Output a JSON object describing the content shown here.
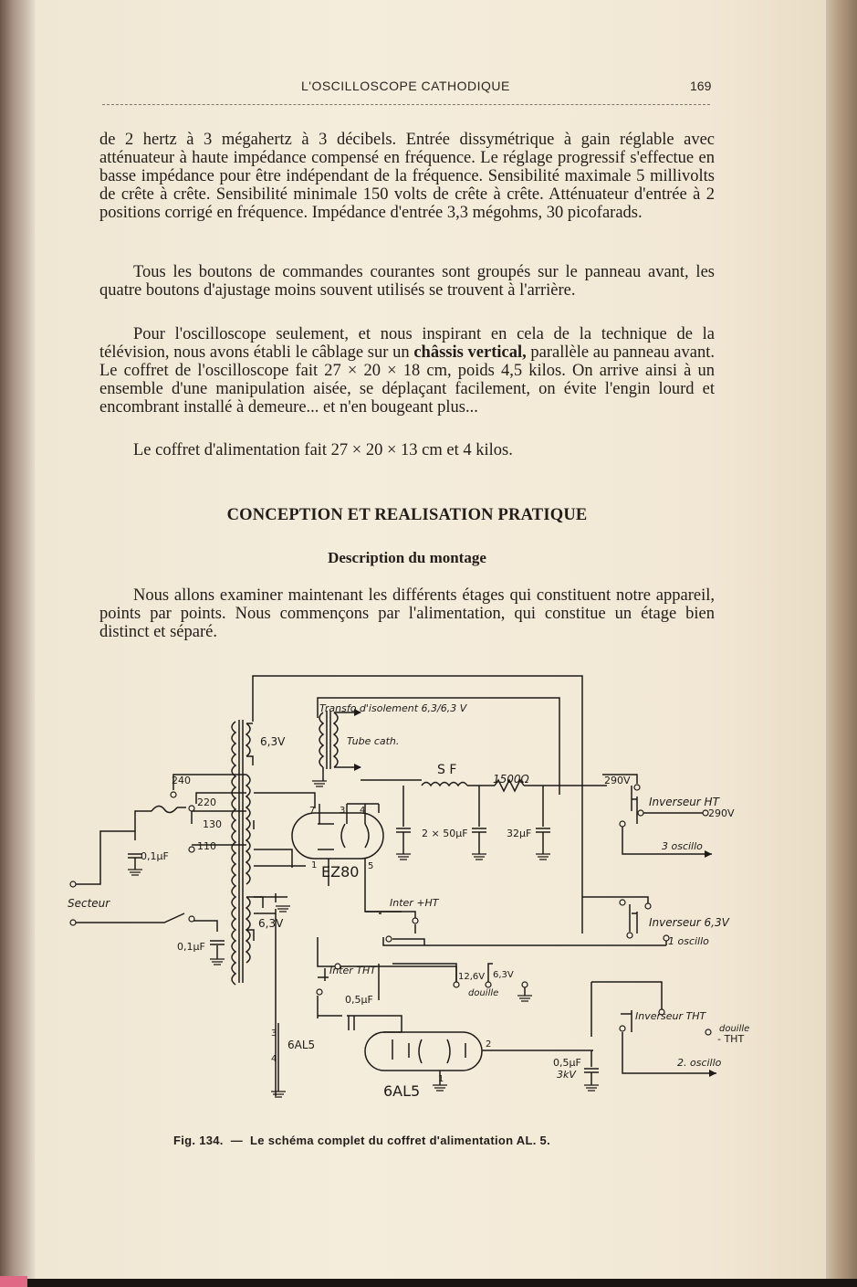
{
  "header": {
    "running_title": "L'OSCILLOSCOPE CATHODIQUE",
    "page_number": "169"
  },
  "body": {
    "p1": "de 2 hertz à 3 mégahertz à 3 décibels. Entrée dissymétrique à gain réglable avec atténuateur à haute impédance compensé en fréquence. Le réglage progressif s'effectue en basse impédance pour être indépendant de la fréquence. Sensibilité maximale 5 millivolts de crête à crête. Sensibilité minimale 150 volts de crête à crête. Atténuateur d'entrée à 2 positions corrigé en fréquence. Impédance d'entrée 3,3 mégohms, 30 picofarads.",
    "p2": "Tous les boutons de commandes courantes sont groupés sur le panneau avant, les quatre boutons d'ajustage moins souvent utilisés se trouvent à l'arrière.",
    "p3_before": "Pour l'oscilloscope seulement, et nous inspirant en cela de la technique de la télévision, nous avons établi le câblage sur un ",
    "p3_bold": "châssis vertical,",
    "p3_after": " parallèle au panneau avant. Le coffret de l'oscilloscope fait 27 × 20 × 18 cm, poids 4,5 kilos. On arrive ainsi à un ensemble d'une manipulation aisée, se déplaçant facilement, on évite l'engin lourd et encombrant installé à demeure... et n'en bougeant plus...",
    "p4": "Le coffret d'alimentation fait 27 × 20 × 13 cm et 4 kilos.",
    "section_heading": "CONCEPTION ET REALISATION PRATIQUE",
    "subsection_heading": "Description du montage",
    "p5": "Nous allons examiner maintenant les différents étages qui constituent notre appareil, points par points. Nous commençons par l'alimentation, qui constitue un étage bien distinct et séparé."
  },
  "schematic": {
    "transfo_isolement": "Transfo d'isolement 6,3/6,3 V",
    "v63": "6,3V",
    "tube_cath": "Tube cath.",
    "tap_240": "240",
    "tap_220": "220",
    "tap_130": "130",
    "tap_110": "110",
    "cap_01uf": "0,1µF",
    "secteur": "Secteur",
    "sf": "S F",
    "r1500": "1500Ω",
    "v290": "290V",
    "inverseur_ht": "Inverseur HT",
    "o290v": "290V",
    "three_oscillo": "3 oscillo",
    "cap_2x50": "2 × 50µF",
    "cap_32": "32µF",
    "ez80": "EZ80",
    "pin7": "7",
    "pin3": "3",
    "pin4": "4",
    "pin1": "1",
    "pin5": "5",
    "inter_ht": "Inter +HT",
    "inverseur_63": "Inverseur 6,3V",
    "one_oscillo": "1 oscillo",
    "inter_tht": "Inter THT",
    "v126": "12,6V",
    "v63b": "6,3V",
    "douille": "douille",
    "cap_05uf": "0,5µF",
    "inverseur_tht": "Inverseur THT",
    "douille_tht_a": "douille",
    "douille_tht_b": "- THT",
    "two_oscillo": "2. oscillo",
    "cap_05_3kv_a": "0,5µF",
    "cap_05_3kv_b": "3kV",
    "tube_6al5_small": "6AL5",
    "tube_6al5": "6AL5",
    "pin_s3": "3",
    "pin_s4": "4",
    "pin_d2": "2",
    "pin_d1": "1"
  },
  "caption": {
    "fig": "Fig. 134.",
    "dash": "—",
    "text": "Le schéma complet du coffret d'alimentation AL. 5."
  }
}
